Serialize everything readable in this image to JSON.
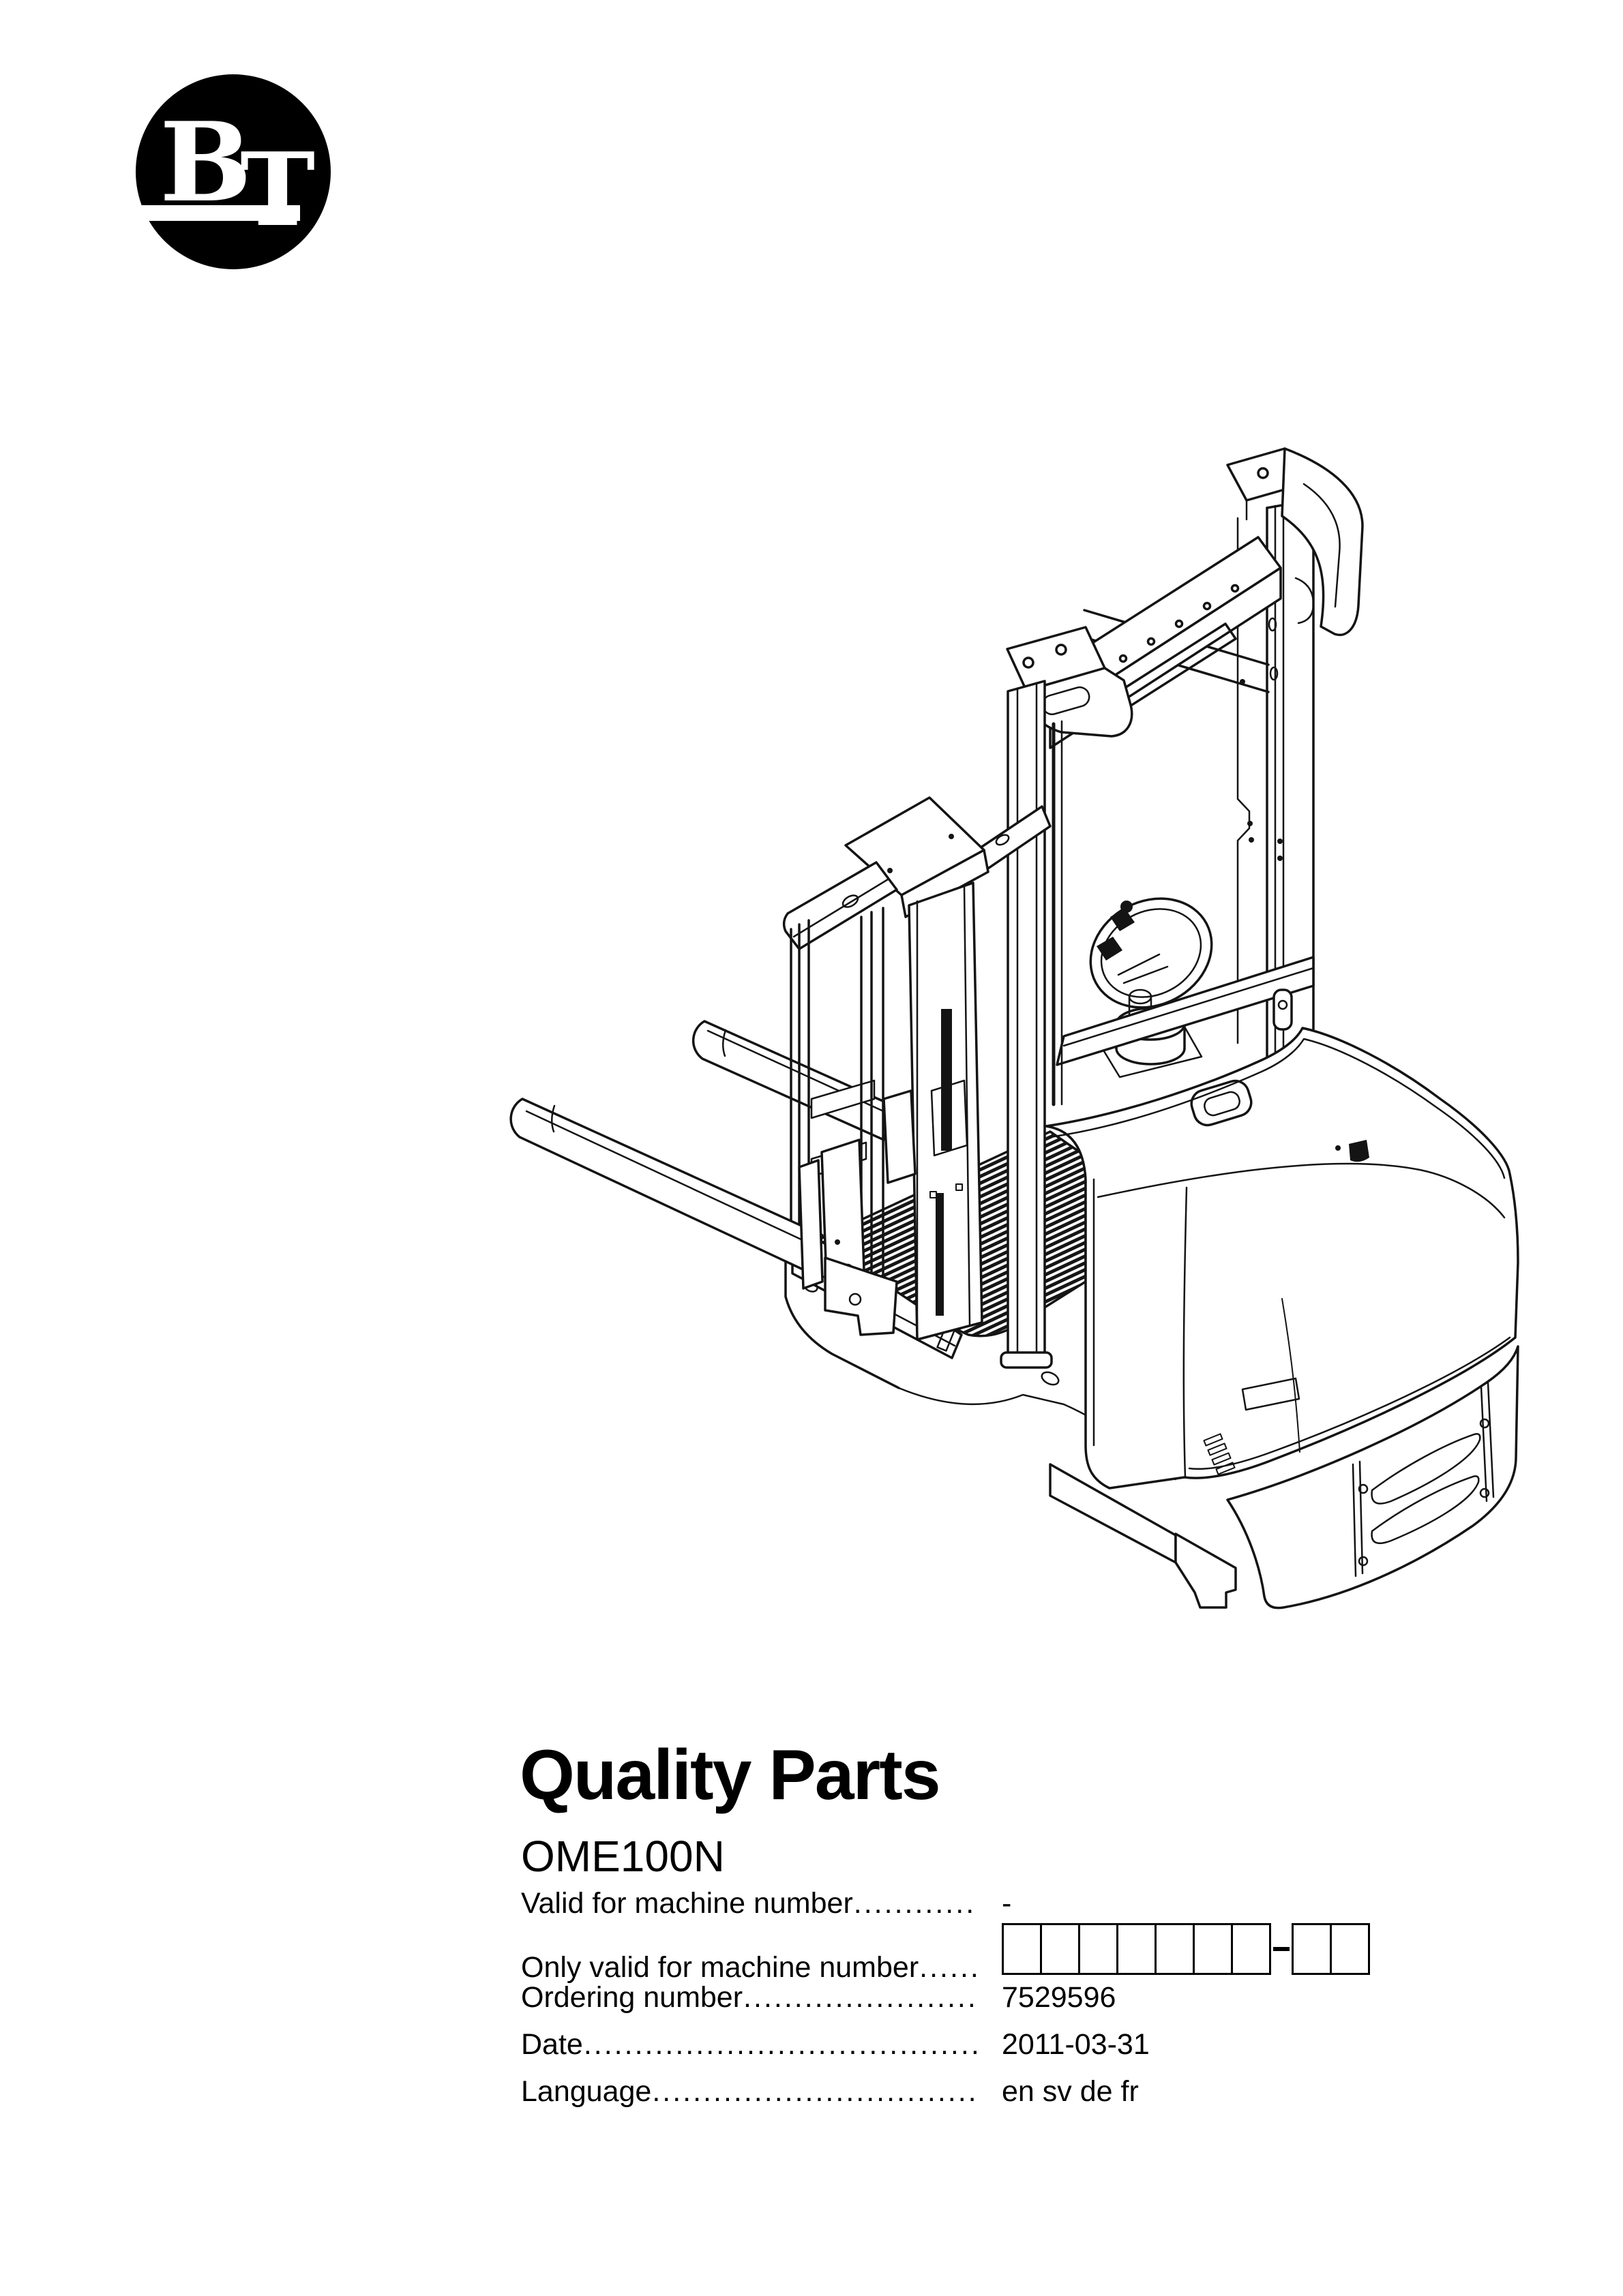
{
  "page": {
    "type": "parts-catalog-cover-page",
    "background": "#ffffff",
    "ink": "#000000"
  },
  "logo": {
    "shape": "black-filled-circle",
    "letter_b": "B",
    "letter_t": "T",
    "color": "#000000",
    "letter_color": "#ffffff"
  },
  "drawing": {
    "subject": "isometric line drawing of an order picker forklift truck (mast, overhead guard, two forks, operator platform, motor cover)",
    "stroke_color": "#141414"
  },
  "title": "Quality Parts",
  "model": "OME100N",
  "fields": {
    "leader": ".............................................................................................................................",
    "rows": [
      {
        "label": "Valid for machine number",
        "value": "-"
      },
      {
        "label": "Only valid for machine number",
        "value": ""
      },
      {
        "label": "Ordering number",
        "value": "7529596"
      },
      {
        "label": "Date",
        "value": "2011-03-31"
      },
      {
        "label": "Language",
        "value": "en sv de fr"
      }
    ],
    "serial_boxes": {
      "group1_count": 7,
      "separator": "-",
      "group2_count": 2
    }
  }
}
